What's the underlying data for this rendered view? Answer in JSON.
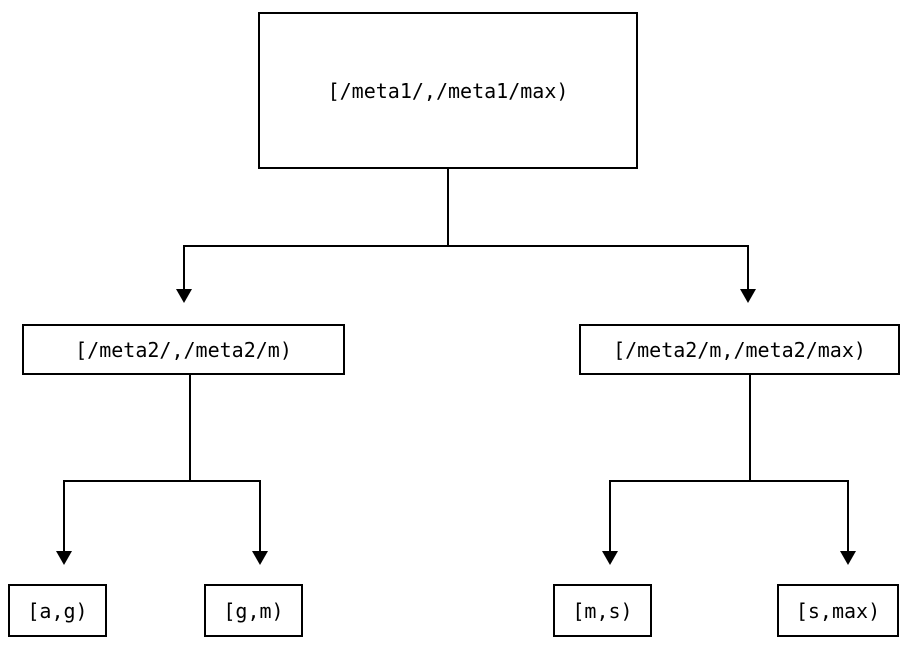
{
  "diagram": {
    "type": "range-partition-tree",
    "levels": 3,
    "nodes": {
      "root": {
        "label": "[/meta1/,/meta1/max)",
        "level": 0
      },
      "level1_left": {
        "label": "[/meta2/,/meta2/m)",
        "level": 1
      },
      "level1_right": {
        "label": "[/meta2/m,/meta2/max)",
        "level": 1
      },
      "leaf_1": {
        "label": "[a,g)",
        "level": 2
      },
      "leaf_2": {
        "label": "[g,m)",
        "level": 2
      },
      "leaf_3": {
        "label": "[m,s)",
        "level": 2
      },
      "leaf_4": {
        "label": "[s,max)",
        "level": 2
      }
    },
    "colors": {
      "stroke": "#000000",
      "fill": "#ffffff",
      "text": "#000000"
    }
  }
}
